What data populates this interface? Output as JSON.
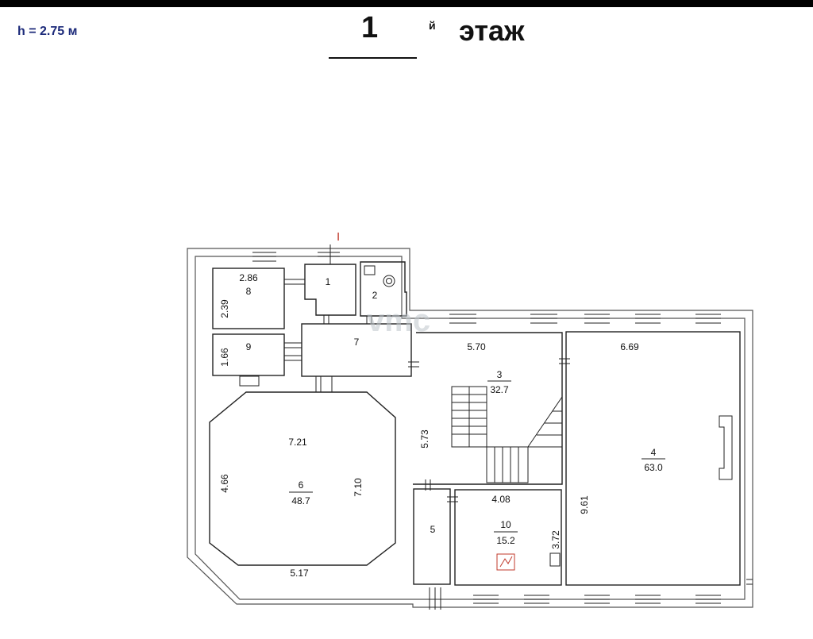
{
  "header": {
    "height_note": "h = 2.75 м",
    "floor_number": "1",
    "floor_suffix": "й",
    "floor_word": "этаж"
  },
  "entrance_mark": "I",
  "watermark": "vmc",
  "rooms": [
    {
      "id": "1",
      "area": "",
      "dims": []
    },
    {
      "id": "2",
      "area": "",
      "dims": []
    },
    {
      "id": "3",
      "area": "32.7",
      "dims": [
        "5.70",
        "5.73"
      ]
    },
    {
      "id": "4",
      "area": "63.0",
      "dims": [
        "6.69",
        "9.61"
      ]
    },
    {
      "id": "5",
      "area": "",
      "dims": []
    },
    {
      "id": "6",
      "area": "48.7",
      "dims": [
        "7.21",
        "4.66",
        "7.10",
        "5.17"
      ]
    },
    {
      "id": "7",
      "area": "",
      "dims": []
    },
    {
      "id": "8",
      "area": "",
      "dims": [
        "2.86",
        "2.39"
      ]
    },
    {
      "id": "9",
      "area": "",
      "dims": [
        "1.66"
      ]
    },
    {
      "id": "10",
      "area": "15.2",
      "dims": [
        "4.08",
        "3.72"
      ]
    }
  ],
  "colors": {
    "wall": "#555555",
    "line": "#222222",
    "accent": "#c0392b",
    "header_text": "#1c2a7a"
  }
}
